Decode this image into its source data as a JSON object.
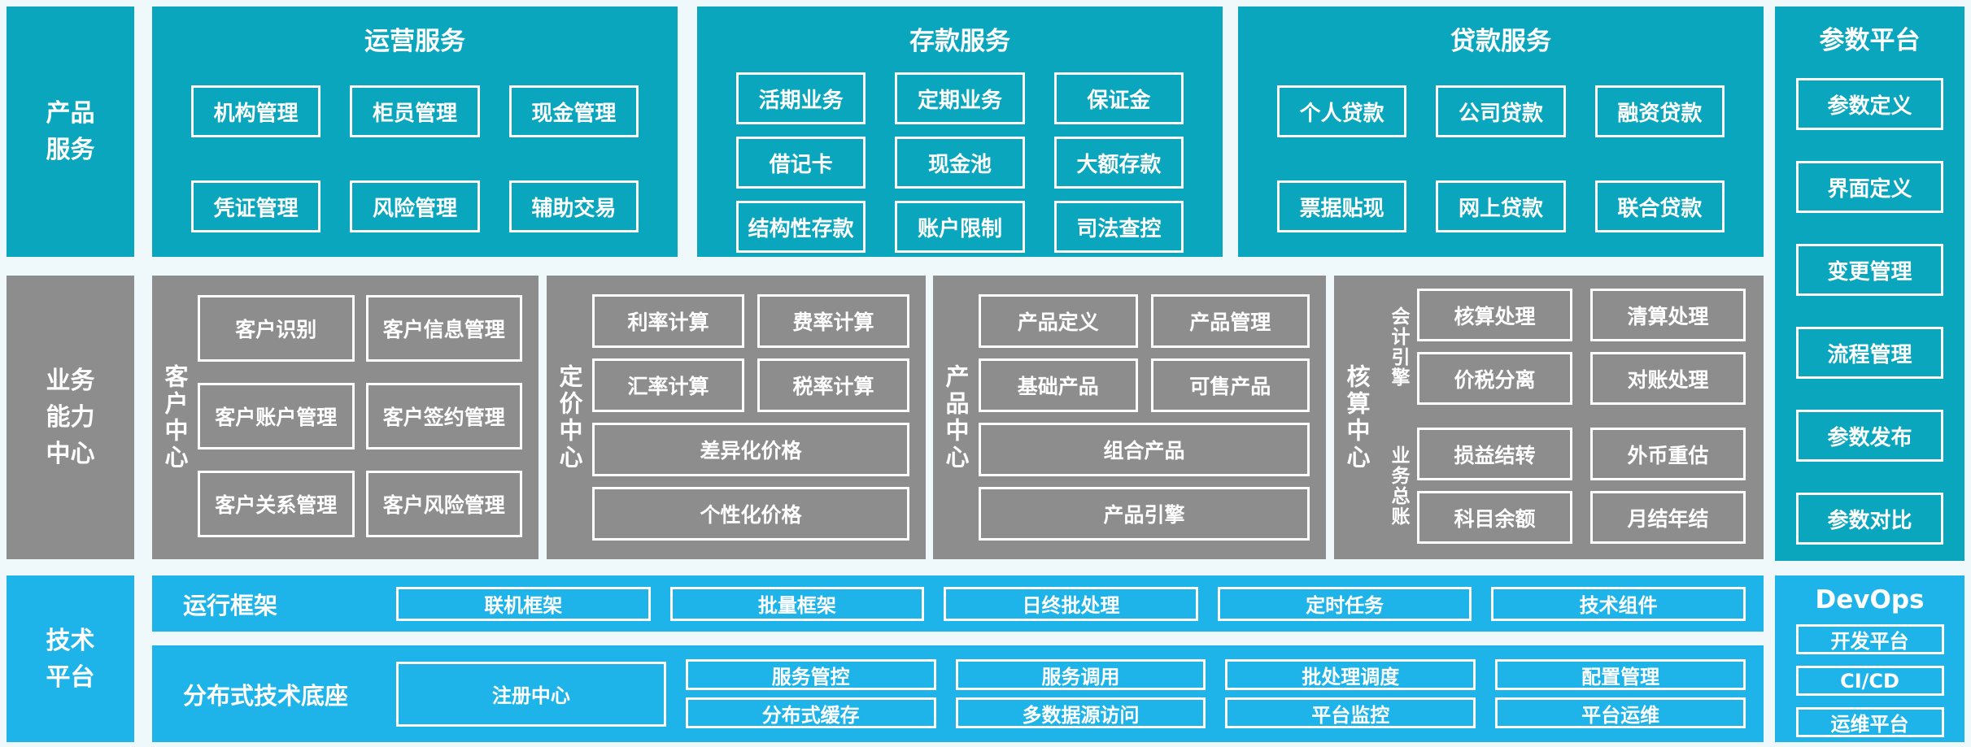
{
  "palette": {
    "teal": "#0AA6BD",
    "blue": "#1EB4E9",
    "gray": "#8D8D8D",
    "bg": "#EFF8FA",
    "text": "#FFFFFF"
  },
  "top": {
    "sidebar_lines": [
      "产品",
      "服务"
    ],
    "sections": [
      {
        "title": "运营服务",
        "items": [
          "机构管理",
          "柜员管理",
          "现金管理",
          "凭证管理",
          "风险管理",
          "辅助交易"
        ]
      },
      {
        "title": "存款服务",
        "items": [
          "活期业务",
          "定期业务",
          "保证金",
          "借记卡",
          "现金池",
          "大额存款",
          "结构性存款",
          "账户限制",
          "司法查控"
        ]
      },
      {
        "title": "贷款服务",
        "items": [
          "个人贷款",
          "公司贷款",
          "融资贷款",
          "票据贴现",
          "网上贷款",
          "联合贷款"
        ]
      }
    ]
  },
  "param_platform": {
    "title": "参数平台",
    "items": [
      "参数定义",
      "界面定义",
      "变更管理",
      "流程管理",
      "参数发布",
      "参数对比"
    ]
  },
  "middle": {
    "sidebar_lines": [
      "业务",
      "能力",
      "中心"
    ],
    "customer_center": {
      "label": "客户中心",
      "items": [
        "客户识别",
        "客户信息管理",
        "客户账户管理",
        "客户签约管理",
        "客户关系管理",
        "客户风险管理"
      ]
    },
    "pricing_center": {
      "label": "定价中心",
      "grid_items": [
        "利率计算",
        "费率计算",
        "汇率计算",
        "税率计算"
      ],
      "wide_items": [
        "差异化价格",
        "个性化价格"
      ]
    },
    "product_center": {
      "label": "产品中心",
      "grid_items": [
        "产品定义",
        "产品管理",
        "基础产品",
        "可售产品"
      ],
      "wide_items": [
        "组合产品",
        "产品引擎"
      ]
    },
    "accounting_center": {
      "label": "核算中心",
      "groups": [
        {
          "label": "会计引擎",
          "items": [
            "核算处理",
            "清算处理",
            "价税分离",
            "对账处理"
          ]
        },
        {
          "label": "业务总账",
          "items": [
            "损益结转",
            "外币重估",
            "科目余额",
            "月结年结"
          ]
        }
      ]
    }
  },
  "bottom": {
    "sidebar_lines": [
      "技术",
      "平台"
    ],
    "runtime": {
      "label": "运行框架",
      "items": [
        "联机框架",
        "批量框架",
        "日终批处理",
        "定时任务",
        "技术组件"
      ]
    },
    "distributed": {
      "label": "分布式技术底座",
      "registry": "注册中心",
      "items_top": [
        "服务管控",
        "服务调用",
        "批处理调度",
        "配置管理"
      ],
      "items_bottom": [
        "分布式缓存",
        "多数据源访问",
        "平台监控",
        "平台运维"
      ]
    },
    "devops": {
      "title": "DevOps",
      "items": [
        "开发平台",
        "CI/CD",
        "运维平台"
      ]
    }
  }
}
